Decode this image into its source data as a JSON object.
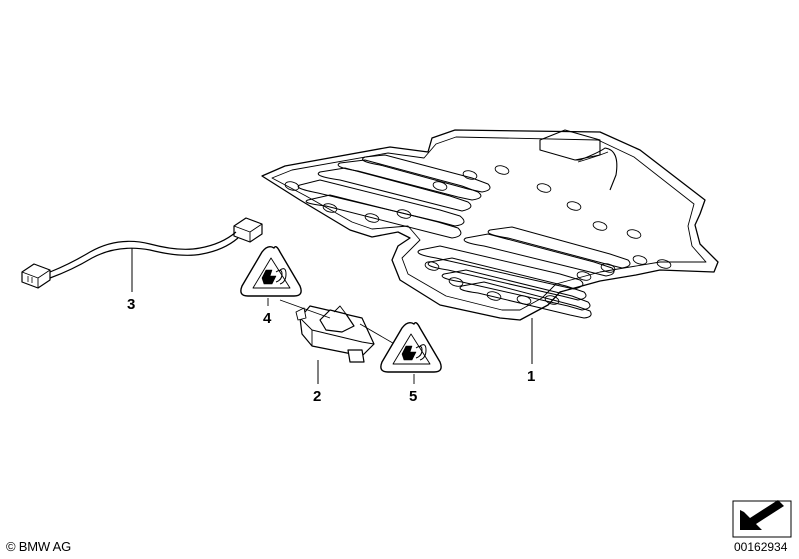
{
  "callouts": {
    "part1": "1",
    "part2": "2",
    "part3": "3",
    "part4": "4",
    "part5": "5"
  },
  "footer": {
    "copyright": "© BMW AG",
    "diagram_number": "00162934"
  },
  "icons": {
    "warning_label": "electric-heating-warning-icon",
    "corner_nav": "navigation-arrow-icon"
  }
}
